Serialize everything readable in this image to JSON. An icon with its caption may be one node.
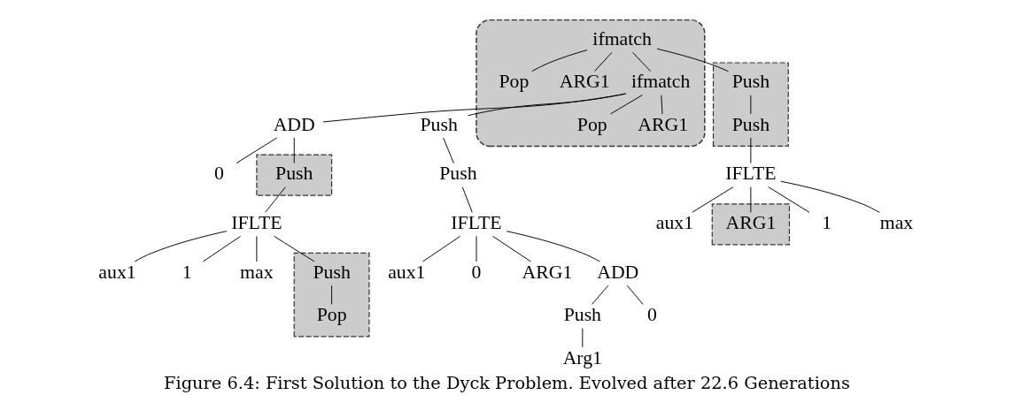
{
  "diagram": {
    "caption": "Figure 6.4: First Solution to the Dyck Problem. Evolved after 22.6 Generations",
    "nodes": [
      {
        "text": [],
        "shape": "polygon"
      },
      {
        "text": [
          "ifmatch"
        ],
        "in": 0
      },
      {
        "text": [],
        "shape": "box"
      },
      {
        "text": [
          "Push"
        ],
        "in": 2
      },
      {
        "text": [
          "Pop"
        ],
        "in": 0
      },
      {
        "text": [
          "ARG1"
        ],
        "in": 0
      },
      {
        "text": [
          "ifmatch"
        ],
        "in": 0
      },
      {
        "text": [
          "Pop"
        ],
        "in": 0
      },
      {
        "text": [
          "ARG1"
        ],
        "in": 0
      },
      {
        "text": [
          "ADD"
        ]
      },
      {
        "text": [
          "Push"
        ]
      },
      {
        "text": [
          "Push"
        ],
        "in": 2
      },
      {
        "text": [],
        "shape": "box"
      },
      {
        "text": [
          "Push"
        ],
        "in": 12
      },
      {
        "text": [
          "0"
        ]
      },
      {
        "text": [
          "Push"
        ]
      },
      {
        "text": [
          "IFLTE"
        ]
      },
      {
        "text": [
          "aux1"
        ]
      },
      {
        "text": [
          "1"
        ]
      },
      {
        "text": [],
        "shape": "box"
      },
      {
        "text": [
          "ARG1"
        ],
        "in": 19
      },
      {
        "text": [
          "max"
        ]
      },
      {
        "text": [
          "IFLTE"
        ]
      },
      {
        "text": [
          "IFLTE"
        ]
      },
      {
        "text": [
          "aux1"
        ]
      },
      {
        "text": [
          "1"
        ]
      },
      {
        "text": [],
        "shape": "box"
      },
      {
        "text": [
          "Push"
        ],
        "in": 26
      },
      {
        "text": [
          "Pop"
        ],
        "in": 26
      },
      {
        "text": [
          "max"
        ]
      },
      {
        "text": [
          "aux1"
        ]
      },
      {
        "text": [
          "0"
        ]
      },
      {
        "text": [
          "ARG1"
        ]
      },
      {
        "text": [
          "ADD"
        ]
      },
      {
        "text": [
          "Push"
        ]
      },
      {
        "text": [
          "0"
        ]
      },
      {
        "text": [
          "Arg1"
        ]
      }
    ],
    "edges": [
      {
        "from": 1,
        "to": 4,
        "arrow": "none"
      },
      {
        "from": 1,
        "to": 5,
        "arrow": "none"
      },
      {
        "from": 1,
        "to": 6,
        "arrow": "none"
      },
      {
        "from": 1,
        "to": 3,
        "arrow": "none"
      },
      {
        "from": 6,
        "to": 7,
        "arrow": "none"
      },
      {
        "from": 6,
        "to": 8,
        "arrow": "none"
      },
      {
        "from": 6,
        "to": 9,
        "arrow": "none"
      },
      {
        "from": 6,
        "to": 10,
        "arrow": "none"
      },
      {
        "from": 9,
        "to": 13,
        "arrow": "none"
      },
      {
        "from": 9,
        "to": 14,
        "arrow": "none"
      },
      {
        "from": 13,
        "to": 22,
        "arrow": "none"
      },
      {
        "from": 22,
        "to": 24,
        "arrow": "none"
      },
      {
        "from": 22,
        "to": 25,
        "arrow": "none"
      },
      {
        "from": 22,
        "to": 27,
        "arrow": "none"
      },
      {
        "from": 22,
        "to": 29,
        "arrow": "none"
      },
      {
        "from": 27,
        "to": 28,
        "arrow": "none"
      },
      {
        "from": 10,
        "to": 15,
        "arrow": "none"
      },
      {
        "from": 15,
        "to": 23,
        "arrow": "none"
      },
      {
        "from": 23,
        "to": 30,
        "arrow": "none"
      },
      {
        "from": 23,
        "to": 31,
        "arrow": "none"
      },
      {
        "from": 23,
        "to": 32,
        "arrow": "none"
      },
      {
        "from": 23,
        "to": 33,
        "arrow": "none"
      },
      {
        "from": 33,
        "to": 34,
        "arrow": "none"
      },
      {
        "from": 33,
        "to": 35,
        "arrow": "none"
      },
      {
        "from": 34,
        "to": 36,
        "arrow": "none"
      },
      {
        "from": 3,
        "to": 11,
        "arrow": "none"
      },
      {
        "from": 11,
        "to": 16,
        "arrow": "none"
      },
      {
        "from": 16,
        "to": 17,
        "arrow": "none"
      },
      {
        "from": 16,
        "to": 18,
        "arrow": "none"
      },
      {
        "from": 16,
        "to": 20,
        "arrow": "none"
      },
      {
        "from": 16,
        "to": 21,
        "arrow": "none"
      }
    ]
  }
}
